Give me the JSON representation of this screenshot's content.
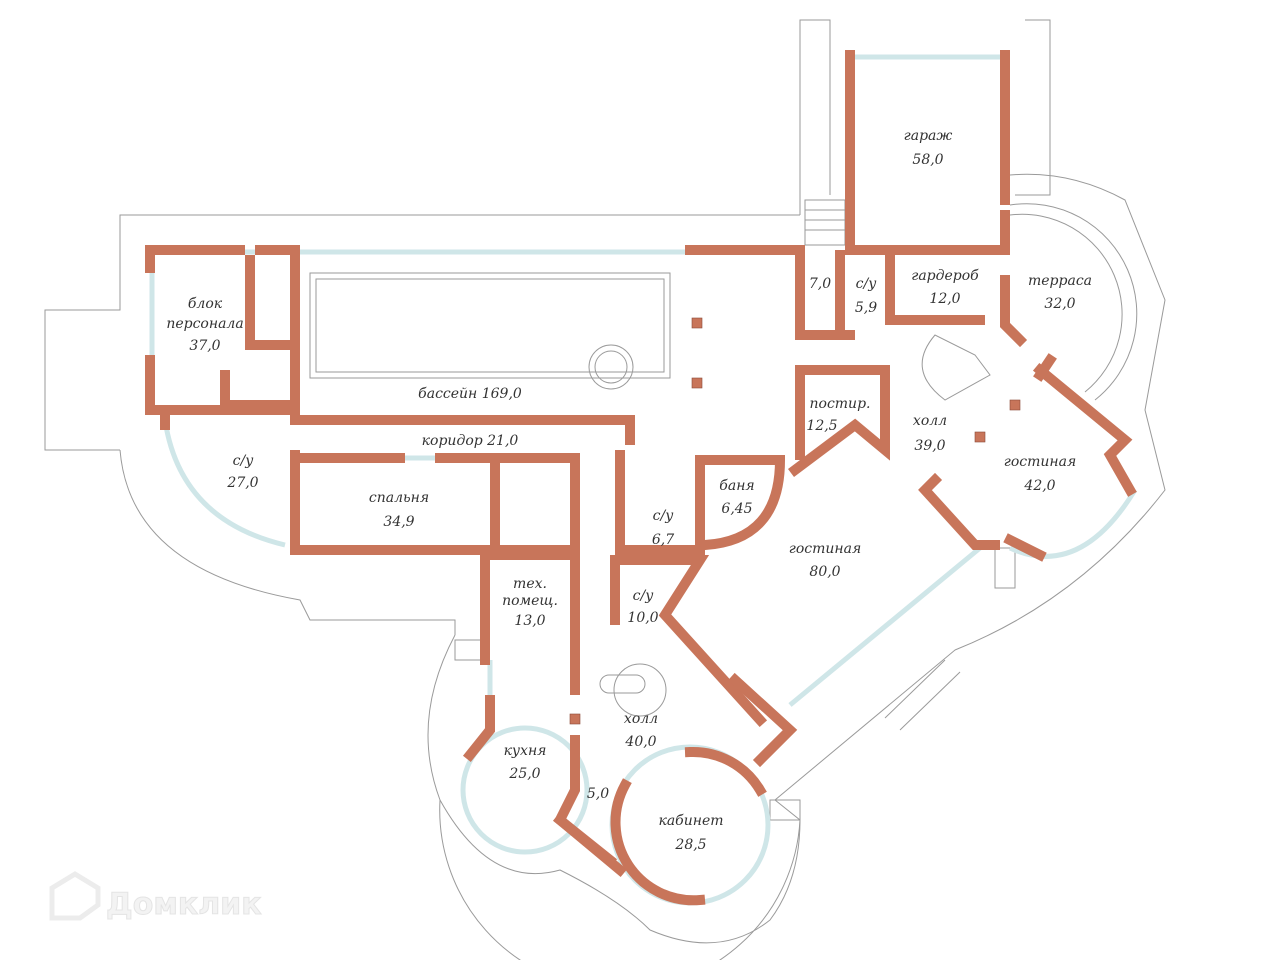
{
  "plan": {
    "rooms": [
      {
        "name": "блок персонала",
        "line1": "блок",
        "line2": "персонала",
        "area": "37,0"
      },
      {
        "name": "бассейн",
        "label": "бассейн  169,0"
      },
      {
        "name": "коридор",
        "label": "коридор  21,0"
      },
      {
        "name": "с/у",
        "label": "с/у",
        "area": "27,0"
      },
      {
        "name": "спальня",
        "label": "спальня",
        "area": "34,9"
      },
      {
        "name": "тех. помещ.",
        "line1": "тех.",
        "line2": "помещ.",
        "area": "13,0"
      },
      {
        "name": "с/у",
        "label": "с/у",
        "area": "10,0"
      },
      {
        "name": "с/у",
        "label": "с/у",
        "area": "6,7"
      },
      {
        "name": "баня",
        "label": "баня",
        "area": "6,45"
      },
      {
        "name": "гостиная",
        "label": "гостиная",
        "area": "80,0"
      },
      {
        "name": "холл",
        "label": "холл",
        "area": "40,0"
      },
      {
        "name": "кухня",
        "label": "кухня",
        "area": "25,0"
      },
      {
        "name": "unnamed",
        "area": "5,0"
      },
      {
        "name": "кабинет",
        "label": "кабинет",
        "area": "28,5"
      },
      {
        "name": "гараж",
        "label": "гараж",
        "area": "58,0"
      },
      {
        "name": "unnamed",
        "area": "7,0"
      },
      {
        "name": "с/у",
        "label": "с/у",
        "area": "5,9"
      },
      {
        "name": "гардероб",
        "label": "гардероб",
        "area": "12,0"
      },
      {
        "name": "терраса",
        "label": "терраса",
        "area": "32,0"
      },
      {
        "name": "постир.",
        "label": "постир.",
        "area": "12,5"
      },
      {
        "name": "холл",
        "label": "холл",
        "area": "39,0"
      },
      {
        "name": "гостиная",
        "label": "гостиная",
        "area": "42,0"
      }
    ],
    "colors": {
      "wall": "#c8755a",
      "glass": "#cfe6e8",
      "outline": "#9a9a9a"
    }
  },
  "watermark": {
    "brand": "Домклик"
  }
}
